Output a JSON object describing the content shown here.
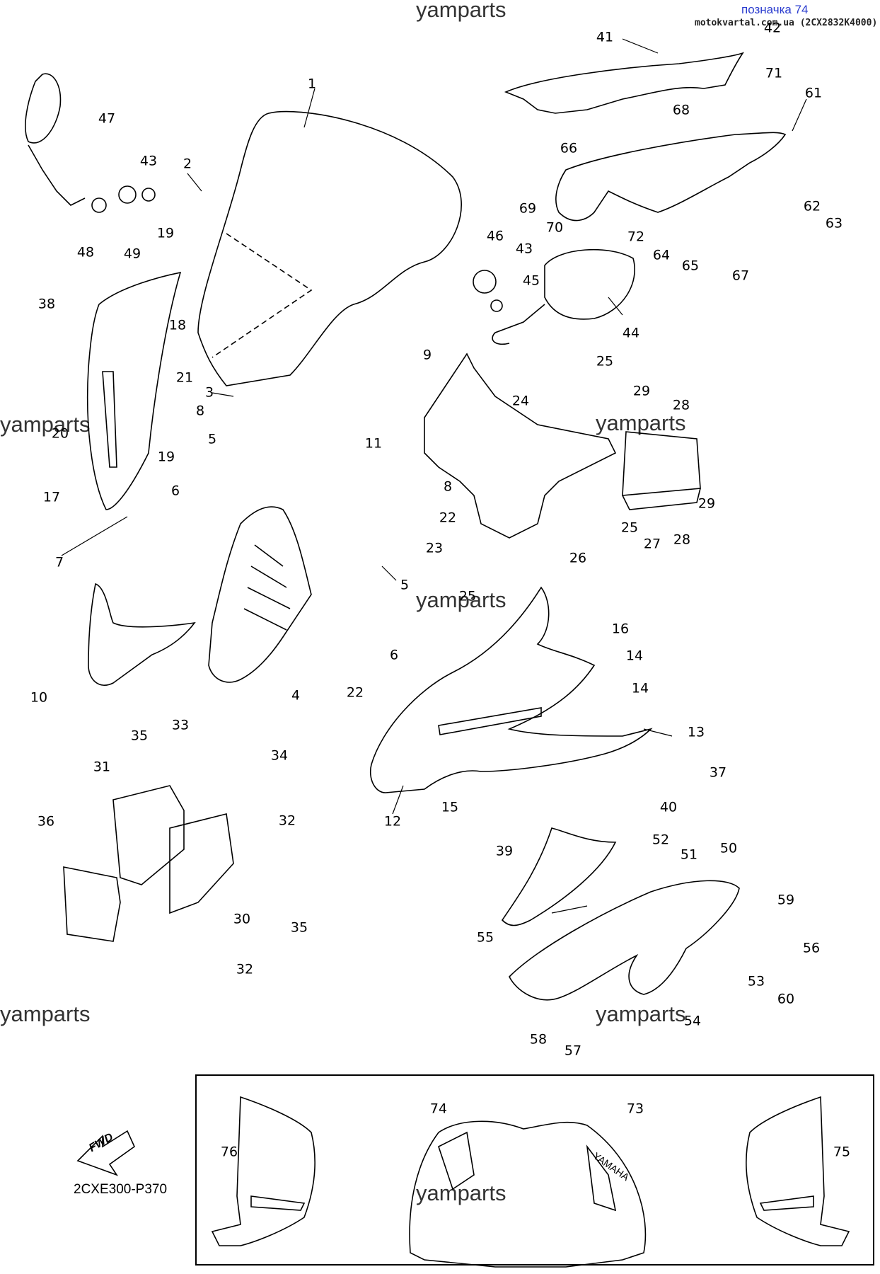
{
  "header": {
    "ref_link": "позначка 74",
    "site": "motokvartal.com.ua (2CX2832K4000)"
  },
  "watermark": "yamparts",
  "diagram_code": "2CXE300-P370",
  "fwd_label": "FWD",
  "callouts": [
    "1",
    "2",
    "3",
    "4",
    "5",
    "5",
    "6",
    "6",
    "7",
    "8",
    "8",
    "9",
    "10",
    "11",
    "12",
    "13",
    "14",
    "14",
    "15",
    "16",
    "17",
    "18",
    "19",
    "19",
    "20",
    "21",
    "22",
    "22",
    "23",
    "24",
    "25",
    "25",
    "25",
    "26",
    "27",
    "28",
    "28",
    "29",
    "29",
    "30",
    "31",
    "32",
    "32",
    "33",
    "34",
    "35",
    "35",
    "36",
    "37",
    "38",
    "39",
    "40",
    "41",
    "42",
    "43",
    "43",
    "44",
    "45",
    "46",
    "47",
    "48",
    "49",
    "50",
    "51",
    "52",
    "53",
    "54",
    "55",
    "56",
    "57",
    "58",
    "59",
    "60",
    "61",
    "62",
    "63",
    "64",
    "65",
    "66",
    "67",
    "68",
    "69",
    "70",
    "71",
    "72",
    "73",
    "74",
    "75",
    "76"
  ],
  "inset_brand": "YAMAHA"
}
